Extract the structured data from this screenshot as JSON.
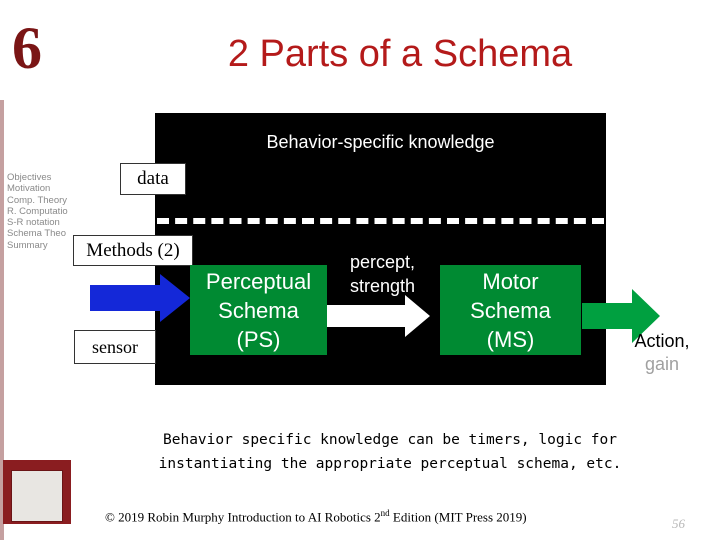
{
  "header": {
    "chapter_number": "6",
    "title": "2 Parts of a Schema"
  },
  "sidebar": {
    "nav_items": [
      "Objectives",
      "Motivation",
      "Comp. Theory",
      "R. Computatio",
      "S-R notation",
      "Schema Theo",
      "Summary"
    ]
  },
  "diagram": {
    "behavior_label": "Behavior-specific knowledge",
    "data_label": "data",
    "methods_label": "Methods (2)",
    "sensor_label": "sensor",
    "perceptual_schema": [
      "Perceptual",
      "Schema",
      "(PS)"
    ],
    "percept_output": [
      "percept,",
      "strength"
    ],
    "motor_schema": [
      "Motor",
      "Schema",
      "(MS)"
    ],
    "action_word": "Action,",
    "gain_word": "gain",
    "colors": {
      "schema_box": "#008a32",
      "sensor_arrow": "#1428d8",
      "action_arrow": "#00a040",
      "title": "#b41a1a"
    }
  },
  "note": {
    "line1": "Behavior specific knowledge can be timers, logic for",
    "line2": "instantiating the appropriate perceptual schema, etc."
  },
  "footer": {
    "prefix": "© 2019 Robin Murphy Introduction to AI Robotics 2",
    "sup": "nd",
    "suffix": " Edition (MIT Press 2019)",
    "page_number": "56"
  }
}
